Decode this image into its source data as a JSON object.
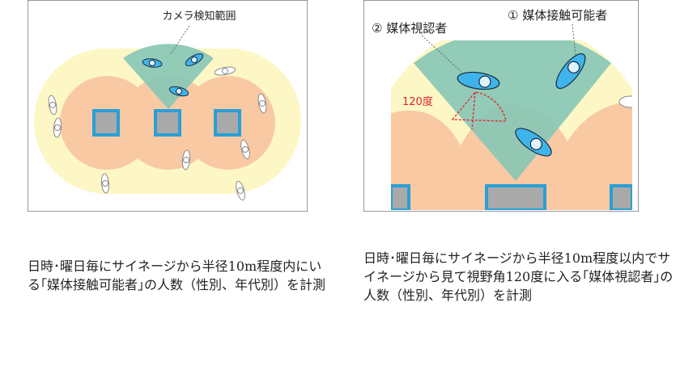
{
  "left": {
    "camera_label": "カメラ検知範囲",
    "caption": "日時･曜日毎にサイネージから半径10m程度内にいる｢媒体接触可能者｣の人数（性別、年代別）を計測"
  },
  "right": {
    "viewer_label": "② 媒体視認者",
    "contact_label": "① 媒体接触可能者",
    "angle_label": "120度",
    "caption": "日時･曜日毎にサイネージから半径10m程度以内でサイネージから見て視野角120度に入る｢媒体視認者｣の人数（性別、年代別）を計測"
  },
  "colors": {
    "outer_zone": "#fcf7c4",
    "inner_zone": "#f9c9a3",
    "camera_cone": "#89c7b5",
    "signage_fill": "#a9a9a9",
    "signage_border": "#2a9fd6",
    "person_active": "#3fb4ea",
    "angle_mark": "#e5252f"
  }
}
